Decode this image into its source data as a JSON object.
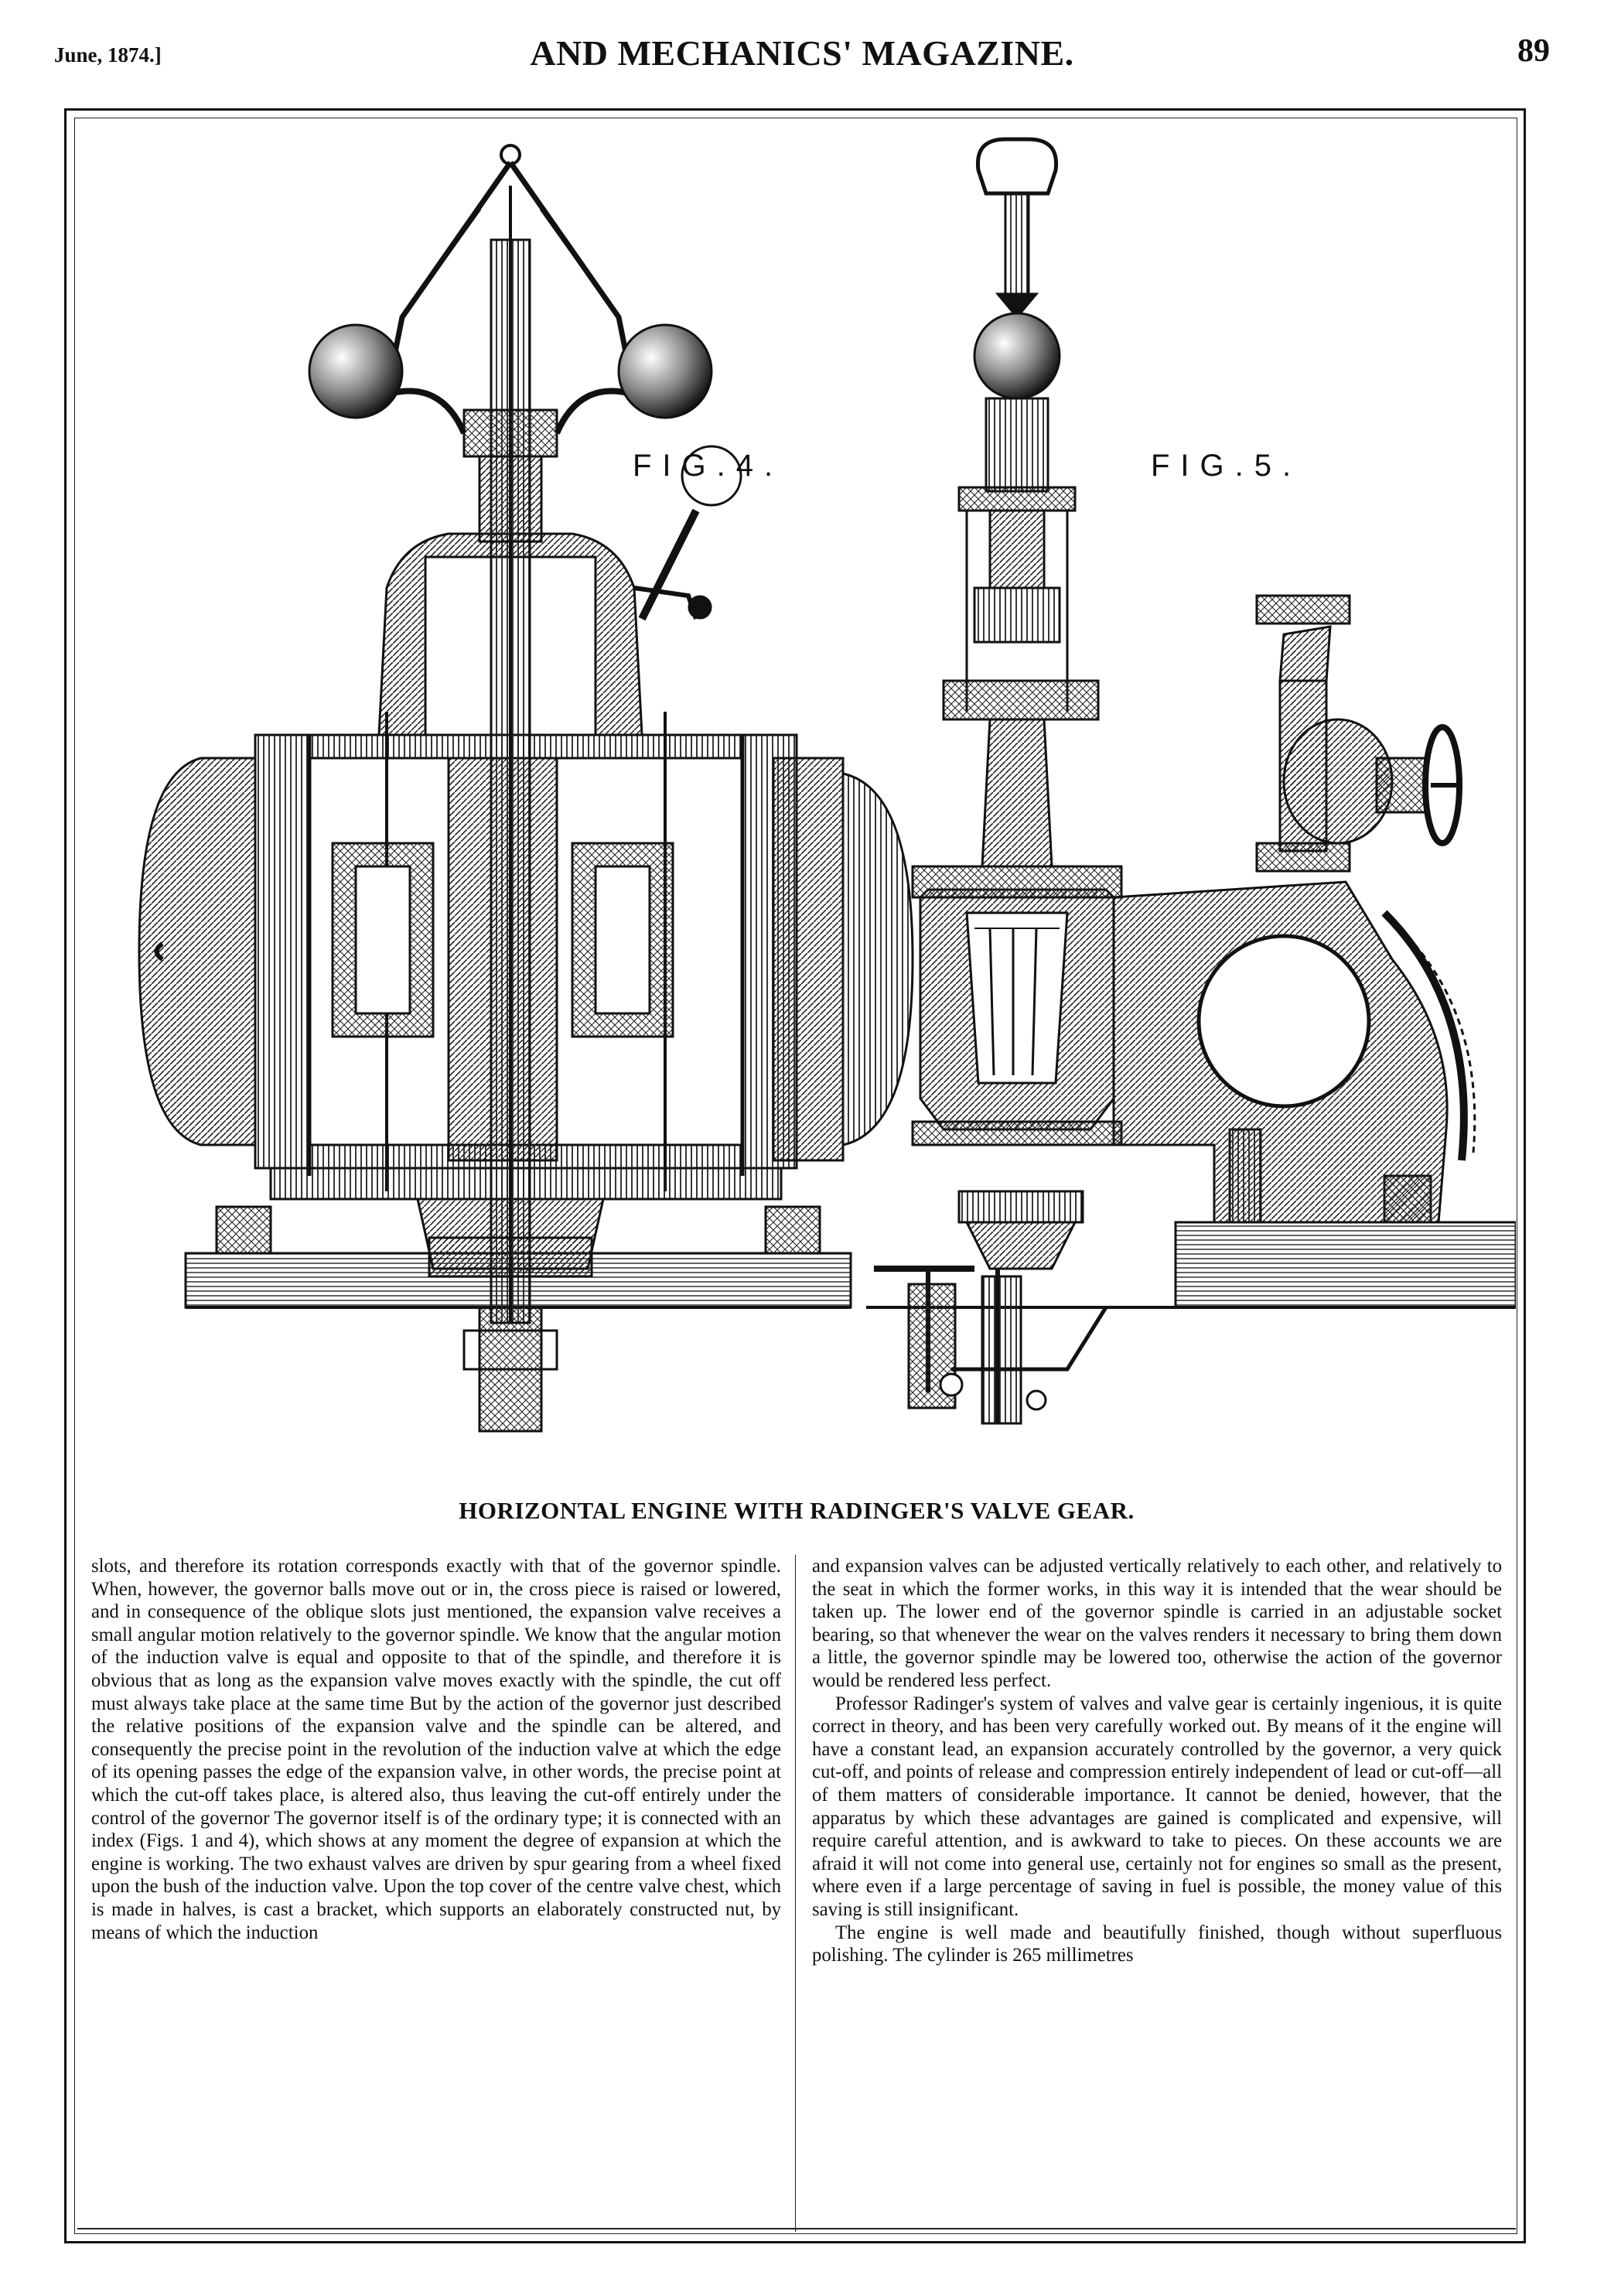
{
  "header": {
    "date": "June, 1874.]",
    "title": "AND MECHANICS' MAGAZINE.",
    "page_number": "89"
  },
  "figure_labels": {
    "fig4": "FIG.4.",
    "fig5": "FIG.5."
  },
  "caption": "HORIZONTAL ENGINE WITH RADINGER'S VALVE GEAR.",
  "body": {
    "left_column": [
      "slots, and therefore its rotation corresponds exactly with that of the governor spindle. When, however, the governor balls move out or in, the cross piece is raised or lowered, and in consequence of the oblique slots just mentioned, the expansion valve receives a small angular motion relatively to the governor spindle. We know that the angular motion of the induction valve is equal and opposite to that of the spindle, and therefore it is obvious that as long as the expansion valve moves exactly with the spindle, the cut off must always take place at the same time But by the action of the governor just described the relative positions of the expansion valve and the spindle can be altered, and consequently the precise point in the revolution of the induction valve at which the edge of its opening passes the edge of the expansion valve, in other words, the precise point at which the cut-off takes place, is altered also, thus leaving the cut-off entirely under the control of the governor The governor itself is of the ordinary type; it is connected with an index (Figs. 1 and 4), which shows at any moment the degree of expansion at which the engine is working. The two exhaust valves are driven by spur gearing from a wheel fixed upon the bush of the induction valve. Upon the top cover of the centre valve chest, which is made in halves, is cast a bracket, which supports an elaborately constructed nut, by means of which the induction"
    ],
    "right_column": [
      "and expansion valves can be adjusted vertically relatively to each other, and relatively to the seat in which the former works, in this way it is intended that the wear should be taken up. The lower end of the governor spindle is carried in an adjustable socket bearing, so that whenever the wear on the valves renders it necessary to bring them down a little, the governor spindle may be lowered too, otherwise the action of the governor would be rendered less perfect.",
      "Professor Radinger's system of valves and valve gear is certainly ingenious, it is quite correct in theory, and has been very carefully worked out. By means of it the engine will have a constant lead, an expansion accurately controlled by the governor, a very quick cut-off, and points of release and compression entirely independent of lead or cut-off—all of them matters of considerable importance. It cannot be denied, however, that the apparatus by which these advantages are gained is complicated and expensive, will require careful attention, and is awkward to take to pieces. On these accounts we are afraid it will not come into general use, certainly not for engines so small as the present, where even if a large percentage of saving in fuel is possible, the money value of this saving is still insignificant.",
      "The engine is well made and beautifully finished, though without superfluous polishing. The cylinder is 265 millimetres"
    ]
  }
}
